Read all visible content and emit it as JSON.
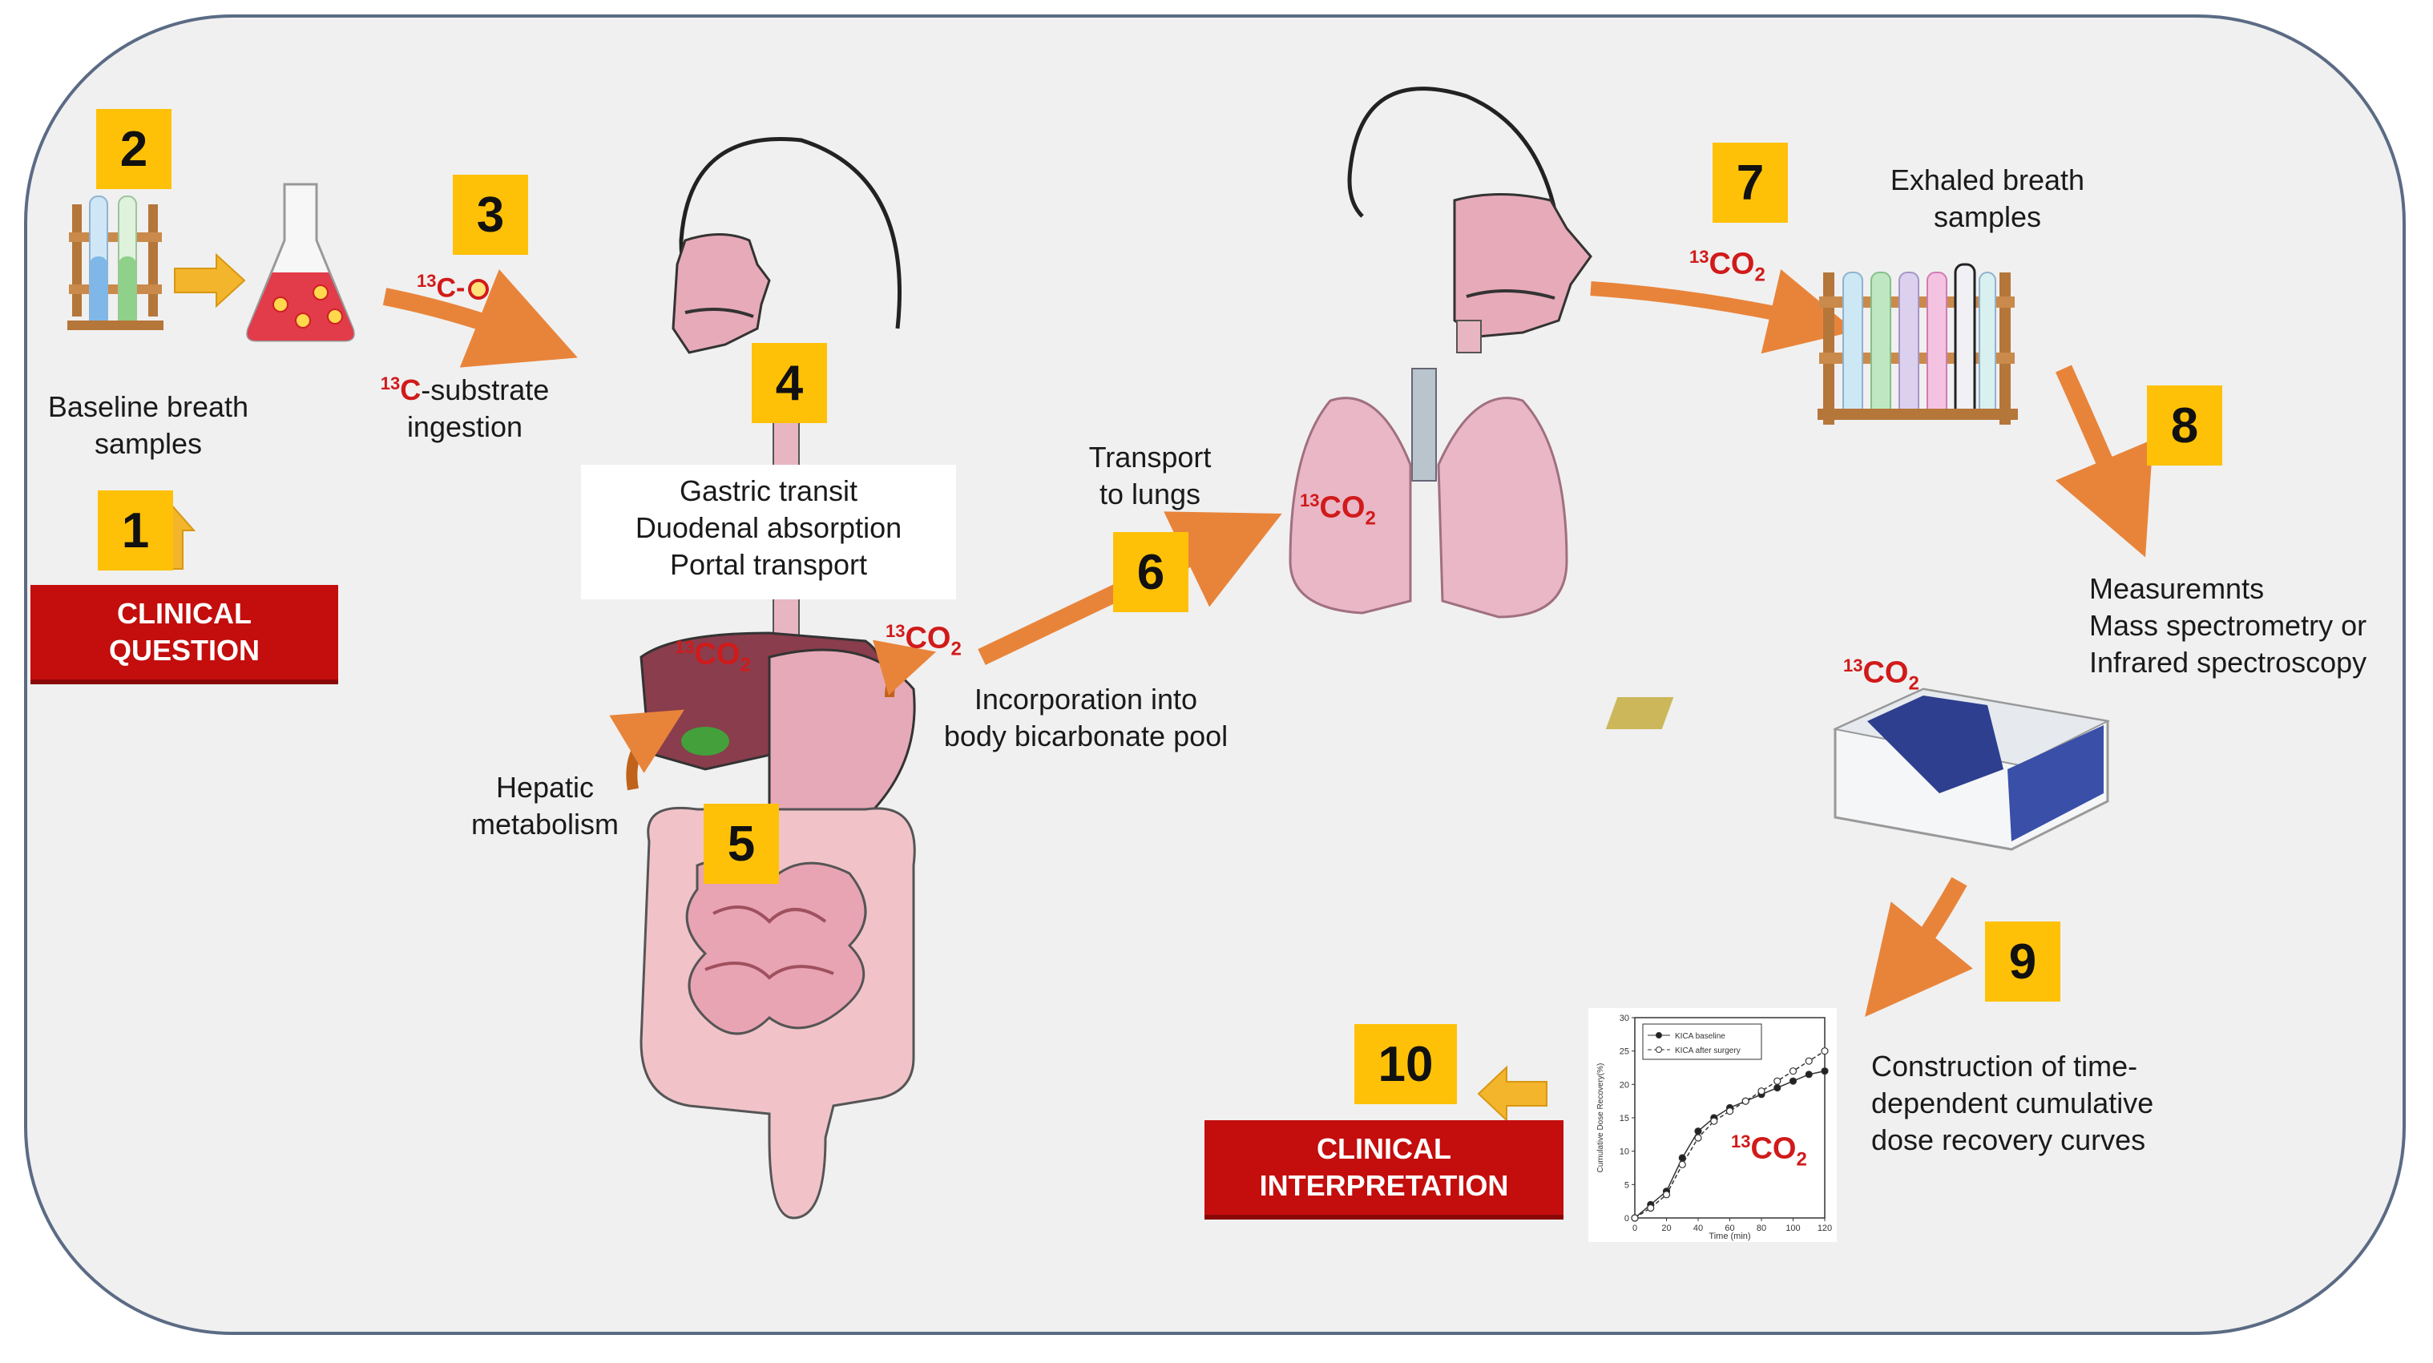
{
  "steps": {
    "s1": "1",
    "s2": "2",
    "s3": "3",
    "s4": "4",
    "s5": "5",
    "s6": "6",
    "s7": "7",
    "s8": "8",
    "s9": "9",
    "s10": "10"
  },
  "clinical_question": [
    "CLINICAL",
    "QUESTION"
  ],
  "clinical_interpretation": [
    "CLINICAL",
    "INTERPRETATION"
  ],
  "baseline": [
    "Baseline breath",
    "samples"
  ],
  "substrate": {
    "iso": "13",
    "el": "C",
    "rest": "-substrate",
    "line2": "ingestion"
  },
  "c_label": {
    "iso": "13",
    "text": "C-"
  },
  "gastric": [
    "Gastric transit",
    "Duodenal  absorption",
    "Portal transport"
  ],
  "hepatic": [
    "Hepatic",
    "metabolism"
  ],
  "transport": [
    "Transport",
    "to lungs"
  ],
  "incorporation": [
    "Incorporation into",
    "body bicarbonate pool"
  ],
  "exhaled": [
    "Exhaled breath",
    "samples"
  ],
  "measurements": [
    "Measuremnts",
    "Mass spectrometry or",
    "Infrared spectroscopy"
  ],
  "construction": [
    "Construction of time-",
    "dependent cumulative",
    "dose recovery curves"
  ],
  "co2": {
    "iso": "13",
    "text": "CO",
    "sub": "2"
  },
  "mini_chart": {
    "ylabel": "Cumulative Dose Recovery(%)",
    "xlabel": "Time (min)",
    "legend": [
      "KICA baseline",
      "KICA after surgery"
    ],
    "yticks": [
      "0",
      "5",
      "10",
      "15",
      "20",
      "25",
      "30"
    ],
    "xticks": [
      "0",
      "20",
      "40",
      "60",
      "80",
      "100",
      "120"
    ]
  },
  "chart_data": {
    "type": "line",
    "x": [
      0,
      10,
      20,
      30,
      40,
      50,
      60,
      70,
      80,
      90,
      100,
      110,
      120
    ],
    "series": [
      {
        "name": "KICA baseline",
        "values": [
          0,
          2,
          4,
          9,
          13,
          15,
          16.5,
          17.5,
          18.5,
          19.5,
          20.5,
          21.5,
          22
        ]
      },
      {
        "name": "KICA after surgery",
        "values": [
          0,
          1.5,
          3.5,
          8,
          12,
          14.5,
          16,
          17.5,
          19,
          20.5,
          22,
          23.5,
          25
        ]
      }
    ],
    "xlim": [
      0,
      120
    ],
    "ylim": [
      0,
      30
    ],
    "xlabel": "Time (min)",
    "ylabel": "Cumulative Dose Recovery(%)"
  },
  "colors": {
    "badge": "#ffc107",
    "red_box": "#c40d0d",
    "arrow": "#e8843a",
    "co2_text": "#d11a1a",
    "organ_pink": "#e6b2c0"
  }
}
